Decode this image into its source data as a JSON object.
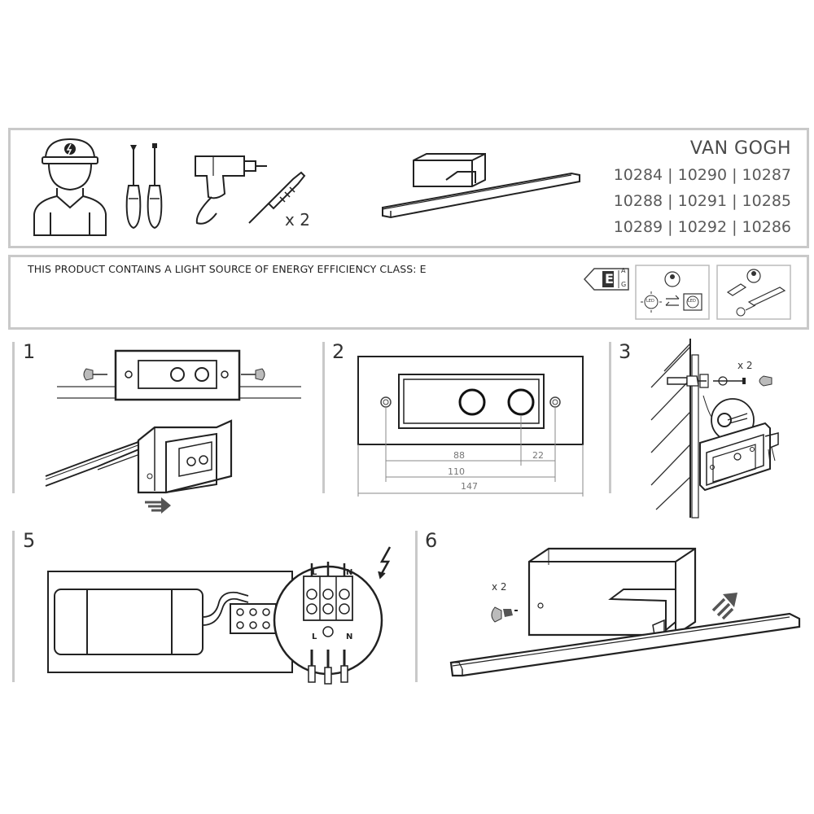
{
  "header": {
    "product_name": "VAN GOGH",
    "codes": [
      "10284 | 10290 | 10287",
      "10288 | 10291 | 10285",
      "10289 | 10292 | 10286"
    ],
    "plug_count": "x 2"
  },
  "energy": {
    "statement": "THIS PRODUCT CONTAINS A LIGHT SOURCE OF ENERGY EFFICIENCY CLASS: E",
    "class_letter": "E",
    "scale_top": "A",
    "scale_bottom": "G",
    "led_label": "LED"
  },
  "steps": [
    {
      "number": "1"
    },
    {
      "number": "2",
      "dimensions": [
        "88",
        "22",
        "110",
        "147"
      ]
    },
    {
      "number": "3",
      "screw_count": "x 2"
    },
    {
      "number": "5",
      "terminals_top": [
        "L",
        "N"
      ],
      "terminals_bottom": [
        "L",
        "N"
      ]
    },
    {
      "number": "6",
      "screw_count": "x 2"
    }
  ]
}
